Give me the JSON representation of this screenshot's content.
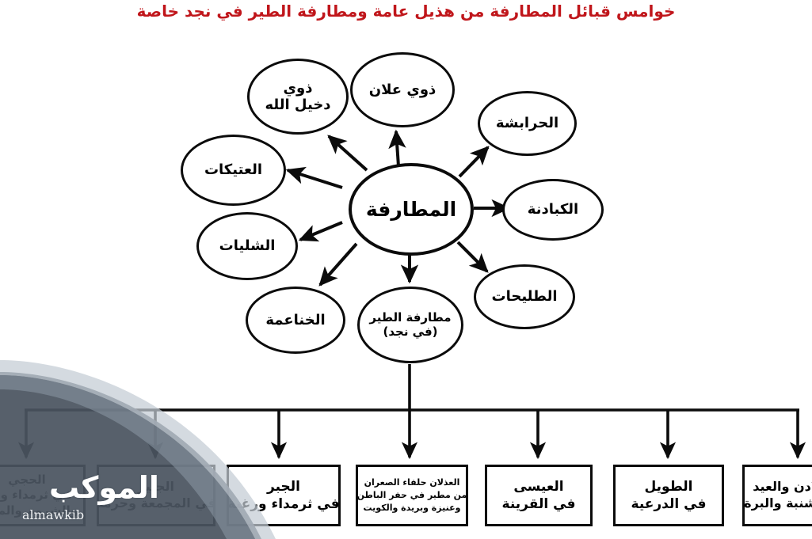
{
  "title": "خوامس قبائل المطارفة من هذيل عامة ومطارفة الطير في نجد خاصة",
  "colors": {
    "title": "#c0161b",
    "stroke": "#0b0b0b",
    "background": "#ffffff",
    "watermark_overlay": "#4a5460"
  },
  "center_node": {
    "label": "المطارفة"
  },
  "satellites": [
    {
      "id": "thawi-allan",
      "lines": [
        "ذوي علان"
      ]
    },
    {
      "id": "thawi-dakhil",
      "lines": [
        "ذوي",
        "دخيل الله"
      ]
    },
    {
      "id": "al-atikat",
      "lines": [
        "العتيكات"
      ]
    },
    {
      "id": "al-shulayat",
      "lines": [
        "الشليات"
      ]
    },
    {
      "id": "al-khanaima",
      "lines": [
        "الخناعمة"
      ]
    },
    {
      "id": "matarifa-tayr",
      "lines": [
        "مطارفة الطير",
        "(في نجد)"
      ]
    },
    {
      "id": "al-tulayhat",
      "lines": [
        "الطليحات"
      ]
    },
    {
      "id": "al-kabadna",
      "lines": [
        "الكبادنة"
      ]
    },
    {
      "id": "al-harabsha",
      "lines": [
        "الحرابشة"
      ]
    }
  ],
  "branches": [
    {
      "id": "al-hiji",
      "lines": [
        "الحجي",
        "في ثرمداء ومرا",
        "والشروم والمدين"
      ]
    },
    {
      "id": "al-jubayr",
      "lines": [
        "الجبير",
        "في المجمعة وحرمة"
      ]
    },
    {
      "id": "al-jabr",
      "lines": [
        "الجبر",
        "في ثرمداء ورغبة"
      ]
    },
    {
      "id": "al-adhlan",
      "lines": [
        "العذلان حلفاء الصعران",
        "من مطير في حفر الباطن",
        "وعنيزة وبريدة والكويت"
      ]
    },
    {
      "id": "al-issa",
      "lines": [
        "العيسى",
        "في القرينة"
      ]
    },
    {
      "id": "al-tuwayl",
      "lines": [
        "الطويل",
        "في الدرعية"
      ]
    },
    {
      "id": "al-shiladin",
      "lines": [
        "الشلادن والعيد",
        "في الشنبة والبرة"
      ]
    }
  ],
  "watermark": {
    "main": "الموكب",
    "sub": "almawkib"
  }
}
